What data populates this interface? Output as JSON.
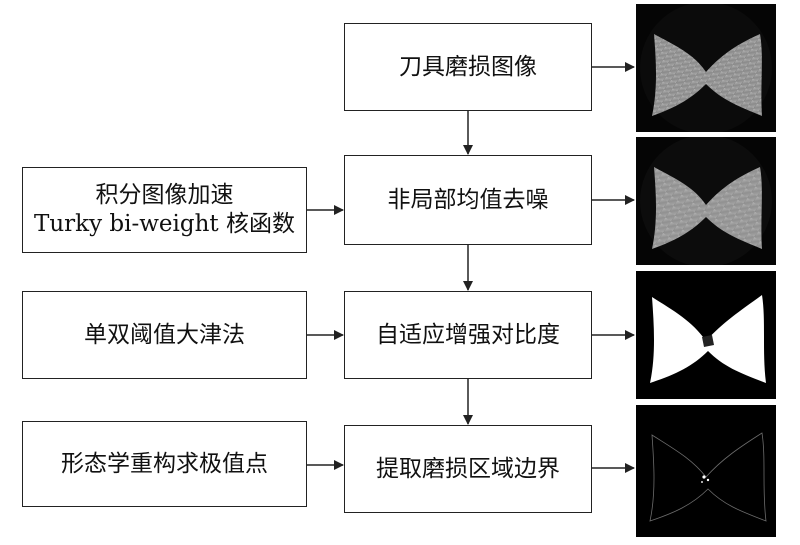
{
  "main_steps": [
    "刀具磨损图像",
    "非局部均值去噪",
    "自适应增强对比度",
    "提取磨损区域边界"
  ],
  "side_inputs": {
    "denoise_line1": "积分图像加速",
    "denoise_line2": "Turky bi-weight 核函数",
    "enhance": "单双阈值大津法",
    "boundary": "形态学重构求极值点"
  },
  "thumbnails": [
    {
      "name": "original-image",
      "style": "grayscale"
    },
    {
      "name": "denoised-image",
      "style": "grayscale"
    },
    {
      "name": "enhanced-binary-image",
      "style": "binary"
    },
    {
      "name": "boundary-image",
      "style": "edge"
    }
  ],
  "colors": {
    "line": "#222222",
    "thumb_background": "#050505"
  }
}
